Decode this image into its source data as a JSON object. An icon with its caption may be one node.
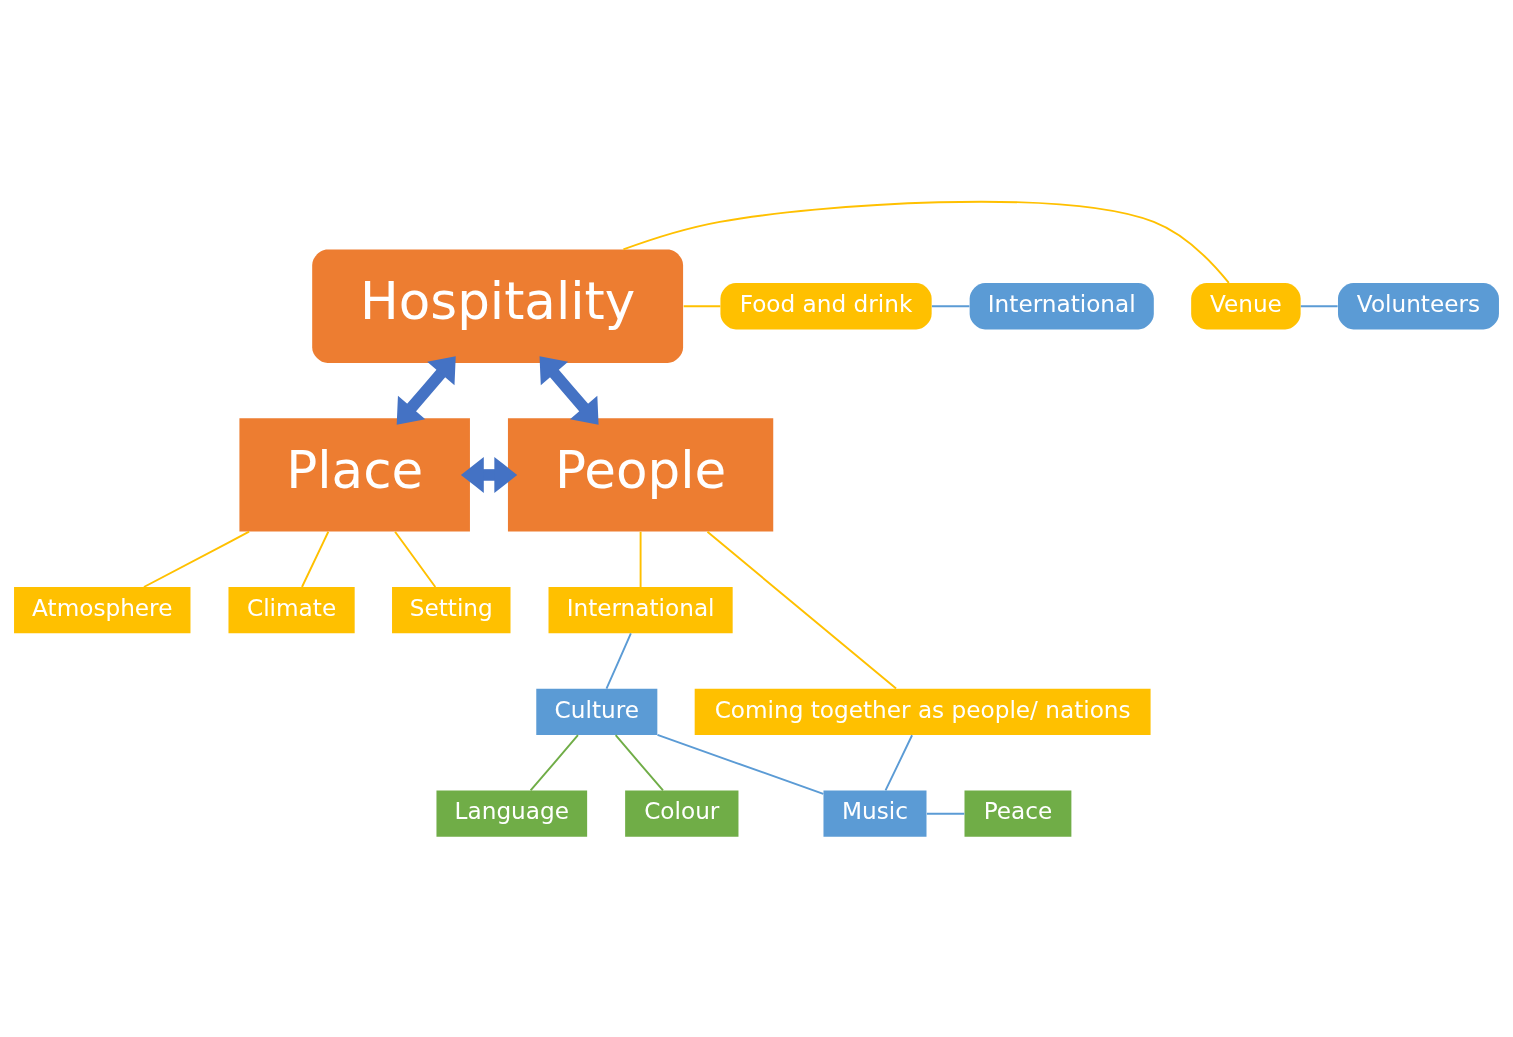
{
  "diagram": {
    "nodes": [
      {
        "text": [
          "Hospitality"
        ]
      },
      {
        "text": [
          "Venue"
        ]
      },
      {
        "text": [
          "Volunteers"
        ]
      },
      {
        "text": [
          "Food and drink"
        ]
      },
      {
        "text": [
          "International"
        ]
      },
      {
        "text": [
          "Place"
        ]
      },
      {
        "text": [
          "People"
        ]
      },
      {
        "text": [
          "Atmosphere"
        ]
      },
      {
        "text": [
          "Climate"
        ]
      },
      {
        "text": [
          "Setting"
        ]
      },
      {
        "text": [
          "International"
        ]
      },
      {
        "text": [
          "Coming together as people/ nations"
        ]
      },
      {
        "text": [
          "Culture"
        ]
      },
      {
        "text": [
          "Music"
        ]
      },
      {
        "text": [
          "Peace"
        ]
      },
      {
        "text": [
          "Language"
        ]
      },
      {
        "text": [
          "Colour"
        ]
      }
    ],
    "edges": [
      {
        "from": 0,
        "to": 1,
        "arrow": "none"
      },
      {
        "from": 0,
        "to": 3,
        "arrow": "none"
      },
      {
        "from": 1,
        "to": 2,
        "arrow": "none",
        "color": "#5b9bd5"
      },
      {
        "from": 3,
        "to": 4,
        "arrow": "none",
        "color": "#5b9bd5"
      },
      {
        "from": 5,
        "to": 0,
        "arrow": "both",
        "style": "thick",
        "color": "#4472c4"
      },
      {
        "from": 0,
        "to": 6,
        "arrow": "both",
        "style": "thick",
        "color": "#4472c4"
      },
      {
        "from": 5,
        "to": 6,
        "arrow": "both",
        "style": "thick",
        "color": "#4472c4"
      },
      {
        "from": 5,
        "to": 7,
        "arrow": "none"
      },
      {
        "from": 5,
        "to": 8,
        "arrow": "none"
      },
      {
        "from": 5,
        "to": 9,
        "arrow": "none"
      },
      {
        "from": 6,
        "to": 10,
        "arrow": "none"
      },
      {
        "from": 6,
        "to": 11,
        "arrow": "none"
      },
      {
        "from": 10,
        "to": 12,
        "arrow": "none",
        "color": "#5b9bd5"
      },
      {
        "from": 12,
        "to": 13,
        "arrow": "none",
        "color": "#5b9bd5"
      },
      {
        "from": 11,
        "to": 13,
        "arrow": "none",
        "color": "#5b9bd5"
      },
      {
        "from": 13,
        "to": 14,
        "arrow": "none",
        "color": "#5b9bd5"
      },
      {
        "from": 12,
        "to": 15,
        "arrow": "none",
        "color": "#70ad47"
      },
      {
        "from": 12,
        "to": 16,
        "arrow": "none",
        "color": "#70ad47"
      }
    ]
  }
}
